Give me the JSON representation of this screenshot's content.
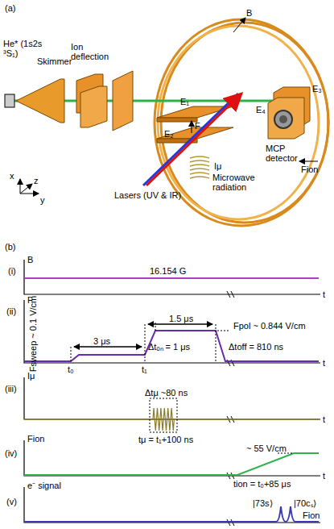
{
  "diagram": {
    "labels": [
      "(a)",
      "He* (1s2s ³S₁)",
      "Skimmer",
      "Ion deflection",
      "Lasers (UV & IR)",
      "E₁",
      "E₂",
      "E₃",
      "E₄",
      "F",
      "Iμ",
      "Microwave radiation",
      "MCP detector",
      "Fion",
      "B",
      "x",
      "z",
      "y",
      "(b)",
      "(i)",
      "B",
      "16.154 G",
      "t",
      "(ii)",
      "F",
      "Fsweep ~ 0.1 V/cm",
      "3 μs",
      "1.5 μs",
      "Fpol ~ 0.844 V/cm",
      "Δtₒₙ = 1 μs",
      "Δtoff = 810 ns",
      "t₀",
      "t₁",
      "t",
      "(iii)",
      "Iμ",
      "Δtμ ~80 ns",
      "tμ = t₁+100 ns",
      "t",
      "(iv)",
      "Fion",
      "~ 55 V/cm",
      "tion = t₀+85 μs",
      "t",
      "(v)",
      "e⁻ signal",
      "|73s⟩",
      "|70cₛ⟩",
      "Fion"
    ]
  }
}
